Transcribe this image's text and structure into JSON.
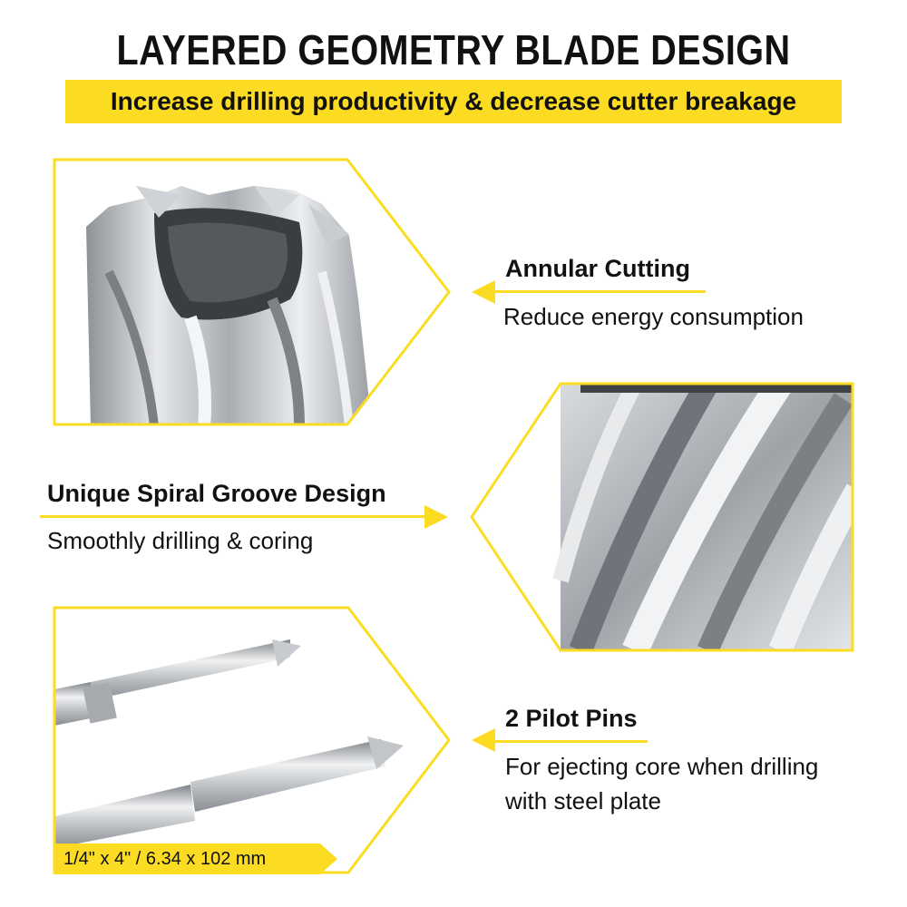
{
  "header": {
    "title": "LAYERED GEOMETRY BLADE DESIGN",
    "subtitle": "Increase drilling productivity & decrease cutter breakage"
  },
  "features": [
    {
      "title": "Annular Cutting",
      "description": "Reduce energy consumption"
    },
    {
      "title": "Unique Spiral Groove Design",
      "description": "Smoothly drilling & coring"
    },
    {
      "title": "2 Pilot Pins",
      "description_line1": "For ejecting core when drilling",
      "description_line2": "with steel plate"
    }
  ],
  "spec": {
    "label": "1/4\" x 4\" / 6.34 x 102 mm"
  },
  "colors": {
    "accent": "#fbdc22",
    "text": "#111111",
    "steel": "#b9bcc0"
  }
}
